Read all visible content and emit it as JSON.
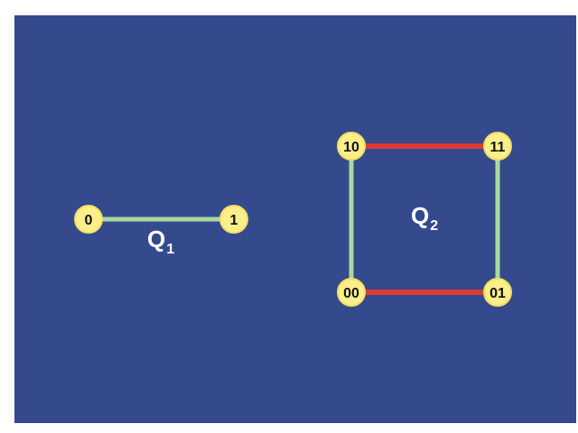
{
  "colors": {
    "background": "#344a8c",
    "node_fill": "#fbef8c",
    "node_stroke": "#f3de62",
    "edge_green": "#a9d9a3",
    "edge_red": "#dd3b32"
  },
  "q1": {
    "label_main": "Q",
    "label_sub": "1",
    "nodes": {
      "a": "0",
      "b": "1"
    }
  },
  "q2": {
    "label_main": "Q",
    "label_sub": "2",
    "nodes": {
      "n10": "10",
      "n11": "11",
      "n00": "00",
      "n01": "01"
    }
  }
}
